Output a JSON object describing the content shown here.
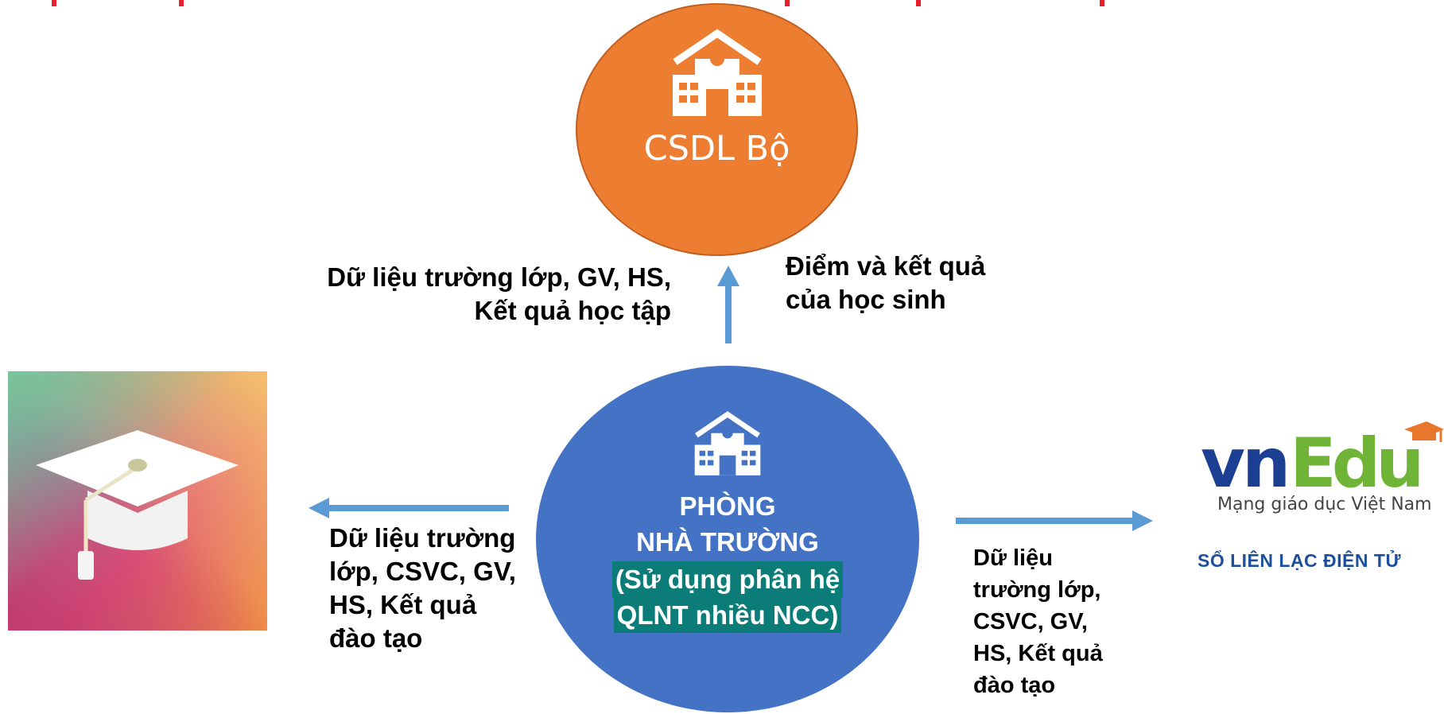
{
  "csdl": {
    "label": "CSDL Bộ",
    "icon": "school-icon"
  },
  "phong": {
    "line1": "PHÒNG",
    "line2": "NHÀ TRƯỜNG",
    "sub1": "(Sử dụng phân hệ",
    "sub2": "QLNT nhiều NCC)",
    "icon": "school-icon"
  },
  "labels": {
    "up_left_1": "Dữ liệu trường lớp, GV, HS,",
    "up_left_2": "Kết quả học tập",
    "up_right_1": "Điểm và kết quả",
    "up_right_2": "của học sinh",
    "left_1": "Dữ liệu trường",
    "left_2": "lớp, CSVC, GV,",
    "left_3": "HS, Kết quả",
    "left_4": "đào tạo",
    "right_1": "Dữ liệu",
    "right_2": "trường lớp,",
    "right_3": "CSVC, GV,",
    "right_4": "HS, Kết quả",
    "right_5": "đào tạo"
  },
  "vnedu": {
    "logo_vn": "vn",
    "logo_edu": "Edu",
    "tagline": "Mạng giáo dục Việt Nam",
    "subtitle": "SỔ LIÊN LẠC ĐIỆN TỬ"
  },
  "colors": {
    "csdl": "#ed7d31",
    "phong": "#4472c4",
    "highlight": "#0b7c78",
    "arrow": "#5b9bd5"
  }
}
